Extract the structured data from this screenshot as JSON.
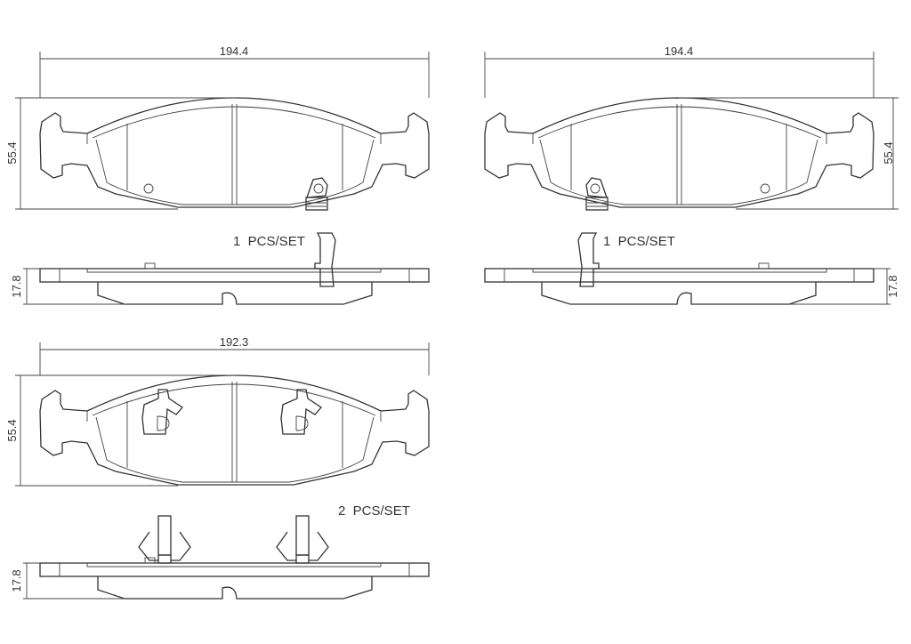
{
  "pads": [
    {
      "id": "outer-pad",
      "width_dim": "194.4",
      "height_dim": "55.4",
      "thickness_dim": "17.8",
      "quantity_label": "1  PCS/SET"
    },
    {
      "id": "inner-pad-mirrored",
      "width_dim": "194.4",
      "height_dim": "55.4",
      "thickness_dim": "17.8",
      "quantity_label": "1  PCS/SET"
    },
    {
      "id": "lower-pad",
      "width_dim": "192.3",
      "height_dim": "55.4",
      "thickness_dim": "17.8",
      "quantity_label": "2  PCS/SET"
    }
  ],
  "colors": {
    "line": "#333333",
    "background": "#ffffff"
  }
}
